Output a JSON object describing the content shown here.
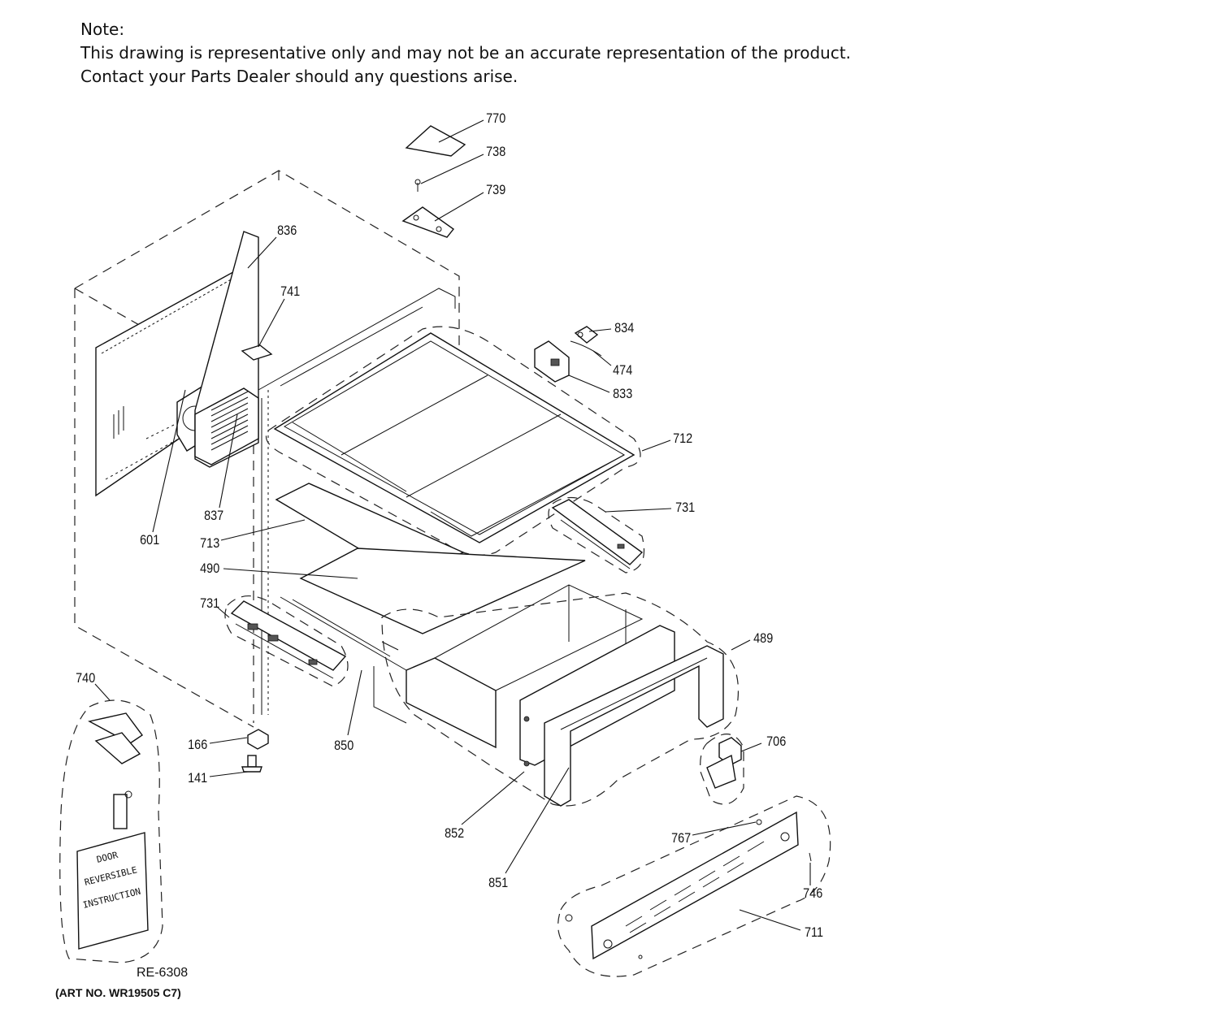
{
  "note": {
    "heading": "Note:",
    "line1": "This drawing is representative only and may not be an accurate representation of the product.",
    "line2": "Contact your Parts Dealer should any questions arise."
  },
  "callouts": {
    "p770": "770",
    "p738": "738",
    "p739": "739",
    "p836": "836",
    "p741": "741",
    "p834": "834",
    "p474": "474",
    "p833": "833",
    "p712": "712",
    "p731a": "731",
    "p837": "837",
    "p601": "601",
    "p713": "713",
    "p490": "490",
    "p731b": "731",
    "p489": "489",
    "p740": "740",
    "p166": "166",
    "p141": "141",
    "p850": "850",
    "p706": "706",
    "p852": "852",
    "p767": "767",
    "p746": "746",
    "p851": "851",
    "p711": "711"
  },
  "instruction_card": {
    "line1": "DOOR",
    "line2": "REVERSIBLE",
    "line3": "INSTRUCTION"
  },
  "reference": "RE-6308",
  "art_number": "(ART NO. WR19505 C7)"
}
